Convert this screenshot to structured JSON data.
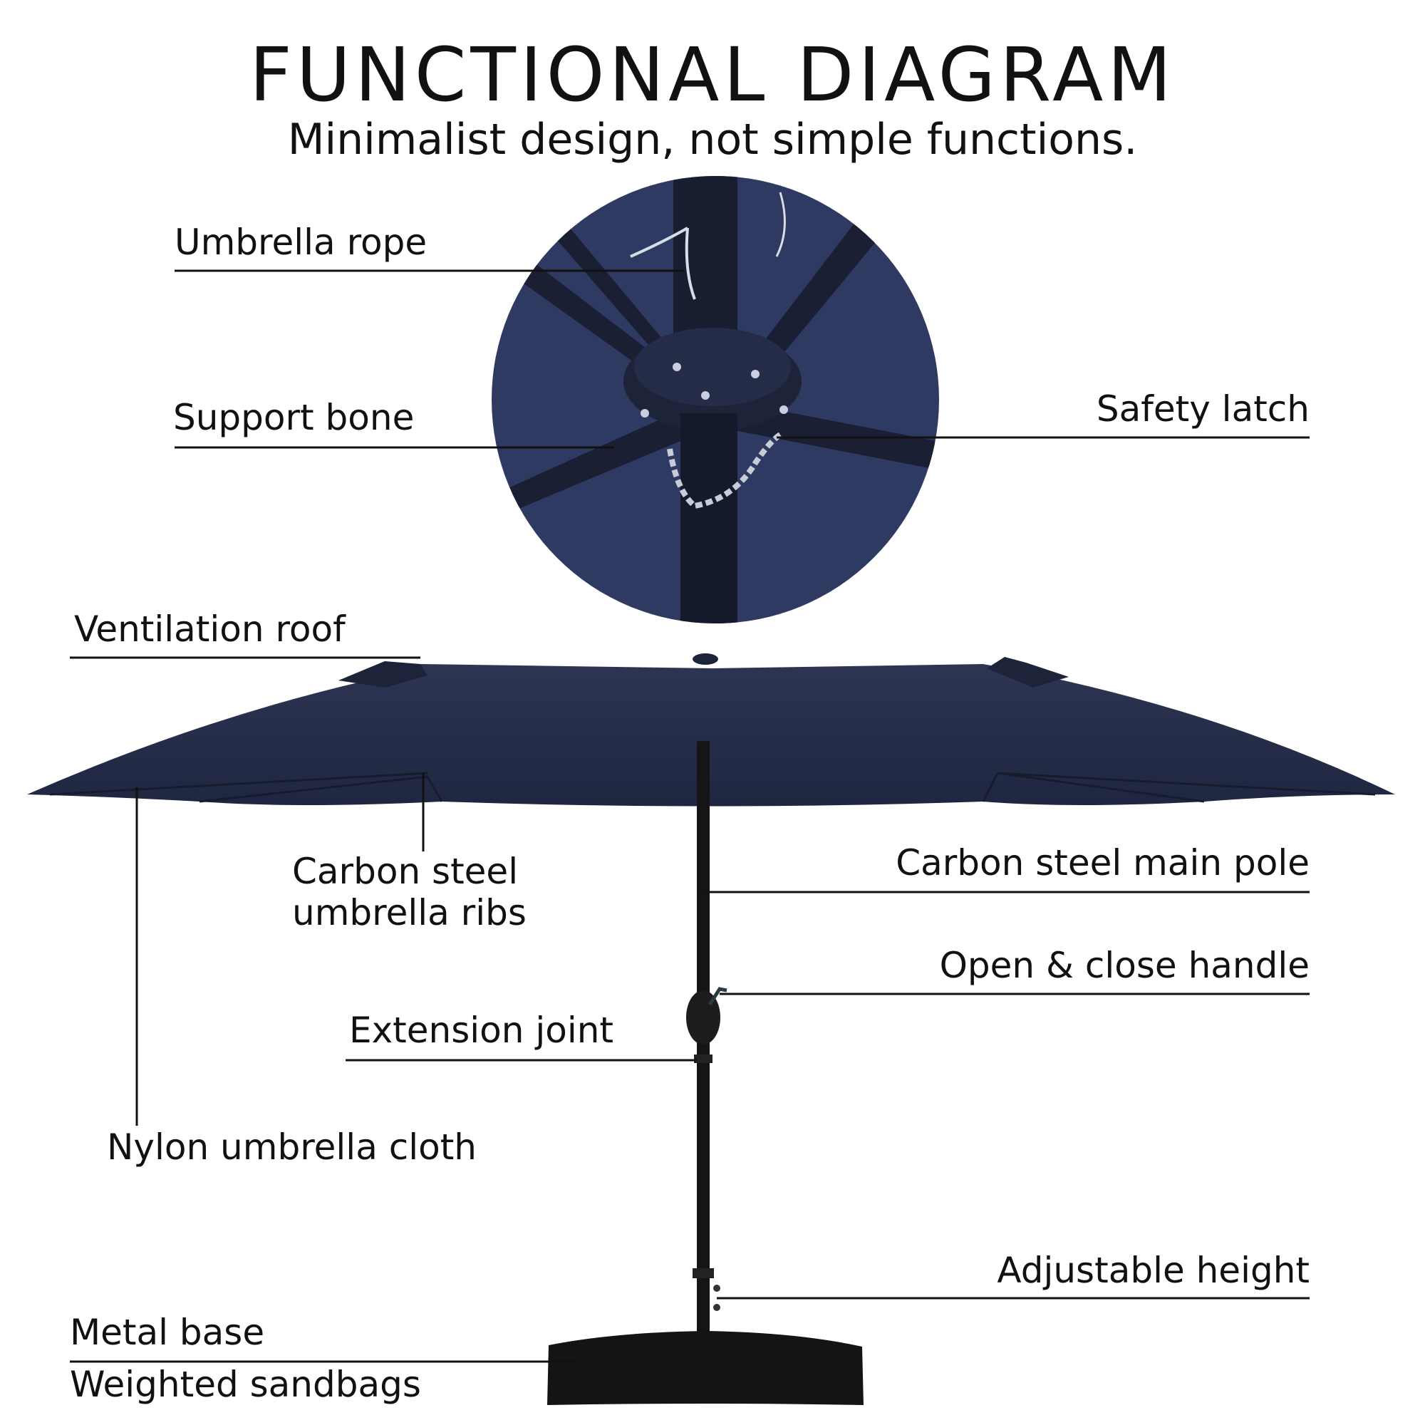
{
  "header": {
    "title": "FUNCTIONAL DIAGRAM",
    "subtitle": "Minimalist design, not simple functions."
  },
  "labels": {
    "umbrella_rope": "Umbrella rope",
    "support_bone": "Support bone",
    "safety_latch": "Safety latch",
    "ventilation_roof": "Ventilation roof",
    "carbon_steel_ribs_line1": "Carbon steel",
    "carbon_steel_ribs_line2": "umbrella ribs",
    "carbon_steel_main_pole": "Carbon steel main pole",
    "open_close_handle": "Open & close handle",
    "extension_joint": "Extension joint",
    "nylon_umbrella_cloth": "Nylon umbrella cloth",
    "adjustable_height": "Adjustable height",
    "metal_base": "Metal base",
    "weighted_sandbags": "Weighted sandbags"
  },
  "colors": {
    "canopy": "#252c47",
    "canopy_shadow": "#1c2238",
    "circle_bg": "#2f3a63",
    "pole": "#151515",
    "leader_line": "#111111"
  }
}
